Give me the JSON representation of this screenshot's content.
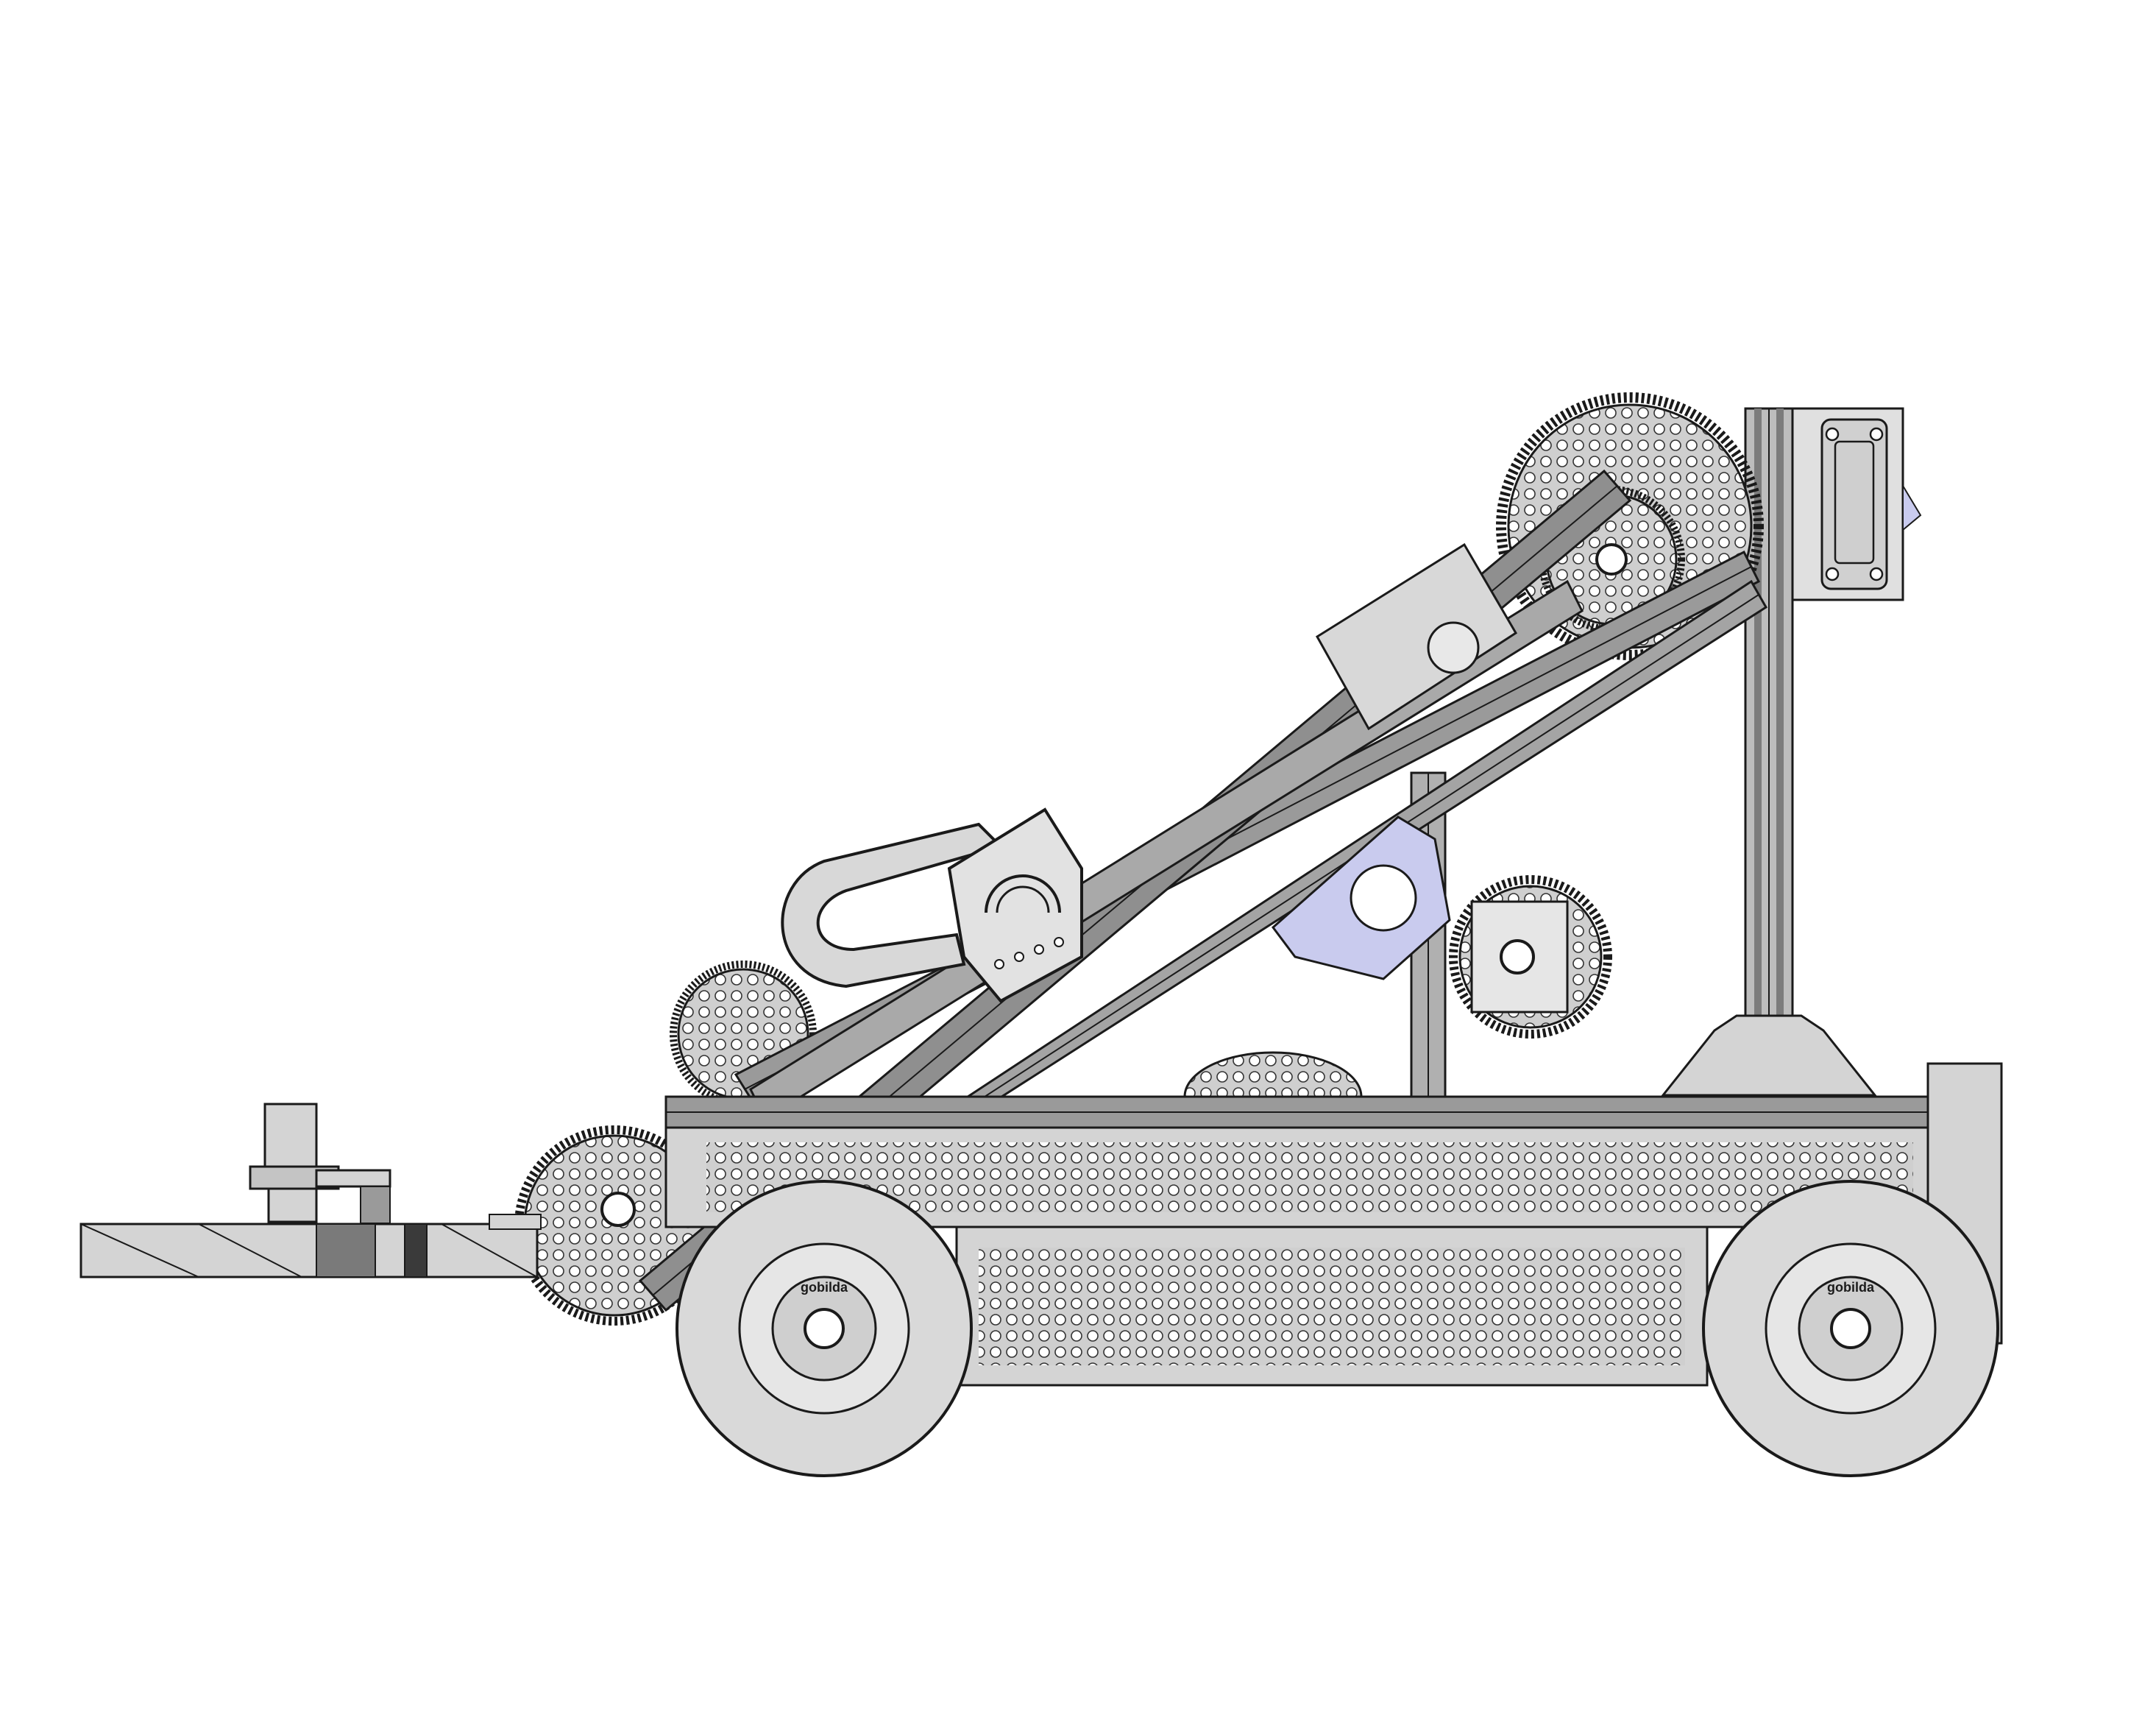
{
  "drawing": {
    "subject": "robot-side-view",
    "colors": {
      "background": "#ffffff",
      "metal": "#d4d4d4",
      "metal_light": "#e6e6e6",
      "metal_dark": "#8c8c8c",
      "extrusion": "#9a9a9a",
      "line": "#1a1a1a",
      "hole": "#ffffff",
      "bracket_blue": "#c9cbee",
      "wheel_text": "#1a1a1a"
    },
    "wheels": [
      {
        "name": "front-mecanum-wheel",
        "label_text": "gobilda"
      },
      {
        "name": "rear-mecanum-wheel",
        "label_text": "gobilda"
      }
    ]
  }
}
